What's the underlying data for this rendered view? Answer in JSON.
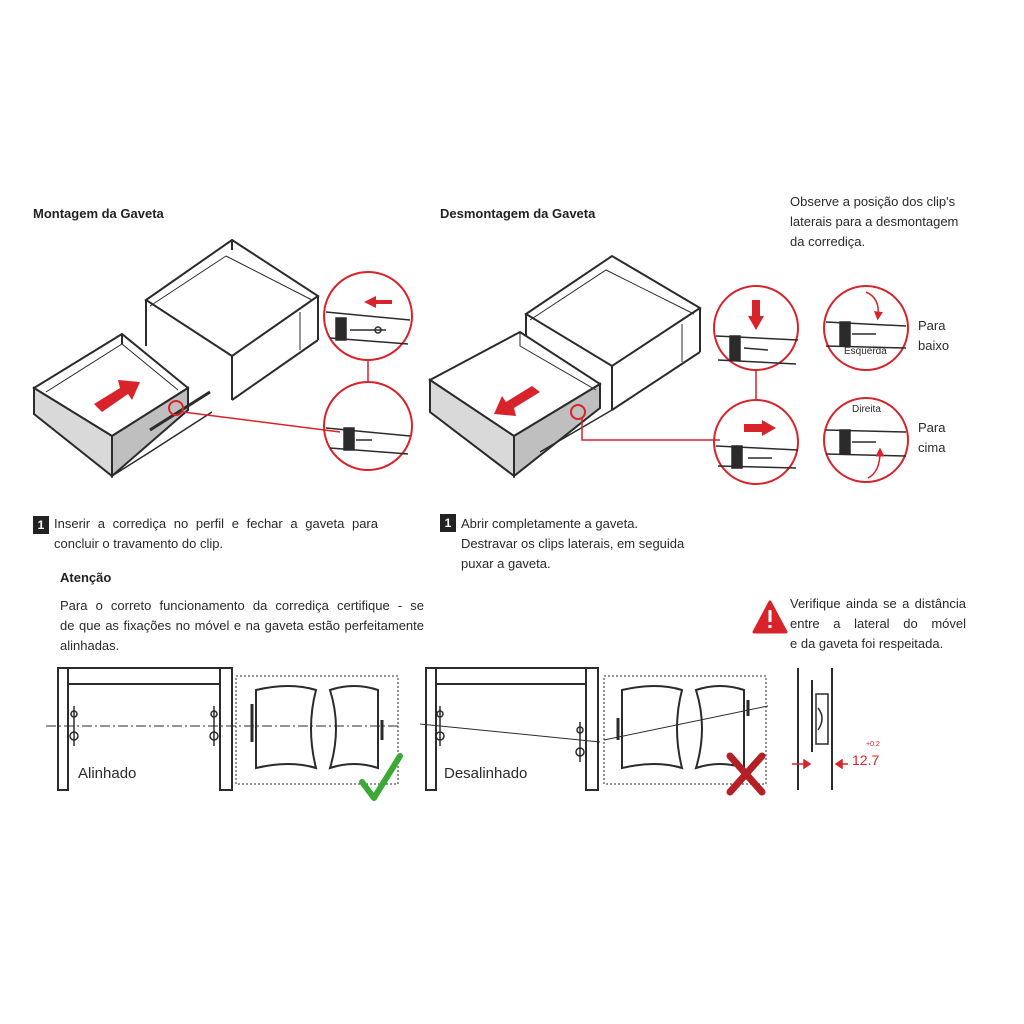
{
  "mount": {
    "title": "Montagem da Gaveta",
    "step_number": "1",
    "step_text_line1": "Inserir a corrediça no perfil e fechar a gaveta para",
    "step_text_line2": "concluir o travamento do clip."
  },
  "dismount": {
    "title": "Desmontagem da Gaveta",
    "step_number": "1",
    "step_text_line1": "Abrir completamente a gaveta.",
    "step_text_line2": "Destravar os clips laterais, em seguida",
    "step_text_line3": "puxar a gaveta."
  },
  "clip_note": {
    "line1": "Observe a posição dos clip's",
    "line2": "laterais para a desmontagem",
    "line3": "da corrediça.",
    "down_label_1": "Para",
    "down_label_2": "baixo",
    "up_label_1": "Para",
    "up_label_2": "cima",
    "left_tag": "Esquerda",
    "right_tag": "Direita"
  },
  "attention": {
    "title": "Atenção",
    "line1": "Para o correto funcionamento da corrediça certifique - se",
    "line2": "de que as fixações no móvel e na gaveta estão perfeitamente",
    "line3": "alinhadas."
  },
  "alignment": {
    "aligned_label": "Alinhado",
    "misaligned_label": "Desalinhado"
  },
  "distance_note": {
    "line1": "Verifique ainda se a distância",
    "line2": "entre a lateral do móvel",
    "line3": "e da gaveta foi respeitada.",
    "value": "12.7",
    "tolerance": "+0.2"
  },
  "colors": {
    "accent_red": "#d8232a",
    "ok_green": "#3aaa35",
    "line_dark": "#2b2b2b"
  }
}
